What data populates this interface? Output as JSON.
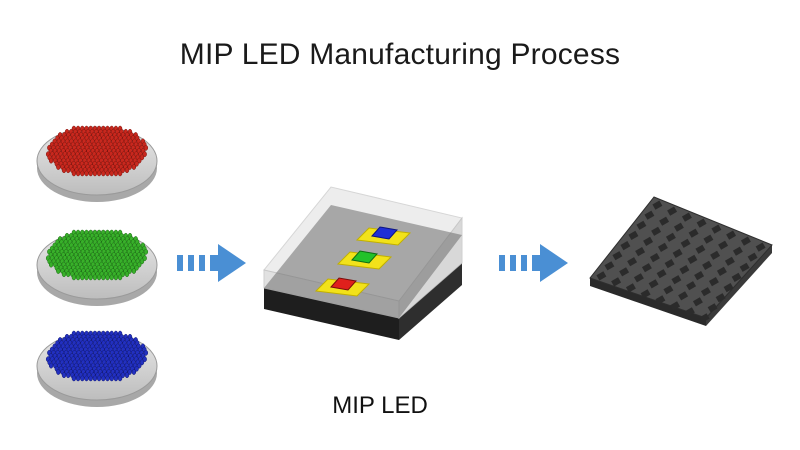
{
  "diagram": {
    "title": "MIP LED Manufacturing Process",
    "caption": "MIP LED",
    "wafers": [
      {
        "name": "red",
        "color": "#c8281e",
        "dark": "#7a120c"
      },
      {
        "name": "green",
        "color": "#38b02a",
        "dark": "#1a6a12"
      },
      {
        "name": "blue",
        "color": "#2230c0",
        "dark": "#0e1570"
      }
    ],
    "chip_colors": [
      "#1f2fd6",
      "#22c12a",
      "#e0201c"
    ],
    "pad_color": "#f2e21a",
    "arrow_color": "#4a8fd4"
  }
}
